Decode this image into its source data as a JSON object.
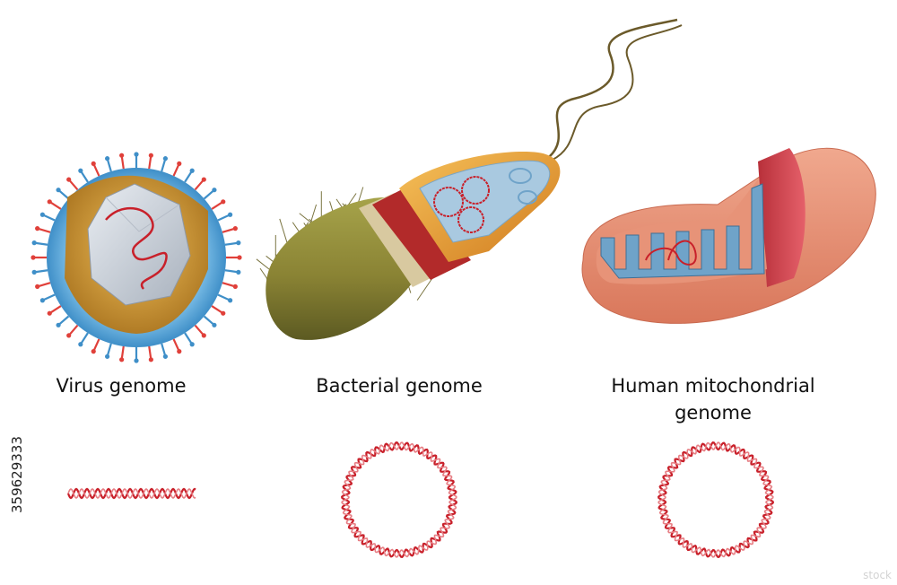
{
  "labels": {
    "virus": "Virus genome",
    "bacterial": "Bacterial genome",
    "mito_line1": "Human mitochondrial",
    "mito_line2": "genome"
  },
  "stock_id": "359629333",
  "colors": {
    "dna_red": "#c8202a",
    "virus_blue": "#4a9fd6",
    "virus_capsid": "#c9cfd8",
    "bacteria_green": "#8a8a3a",
    "bacteria_orange": "#e59a2c",
    "cytoplasm_blue": "#a9c9e0",
    "mito_salmon": "#e79378",
    "mito_inner_blue": "#6fa3c9"
  },
  "watermark": "stock"
}
